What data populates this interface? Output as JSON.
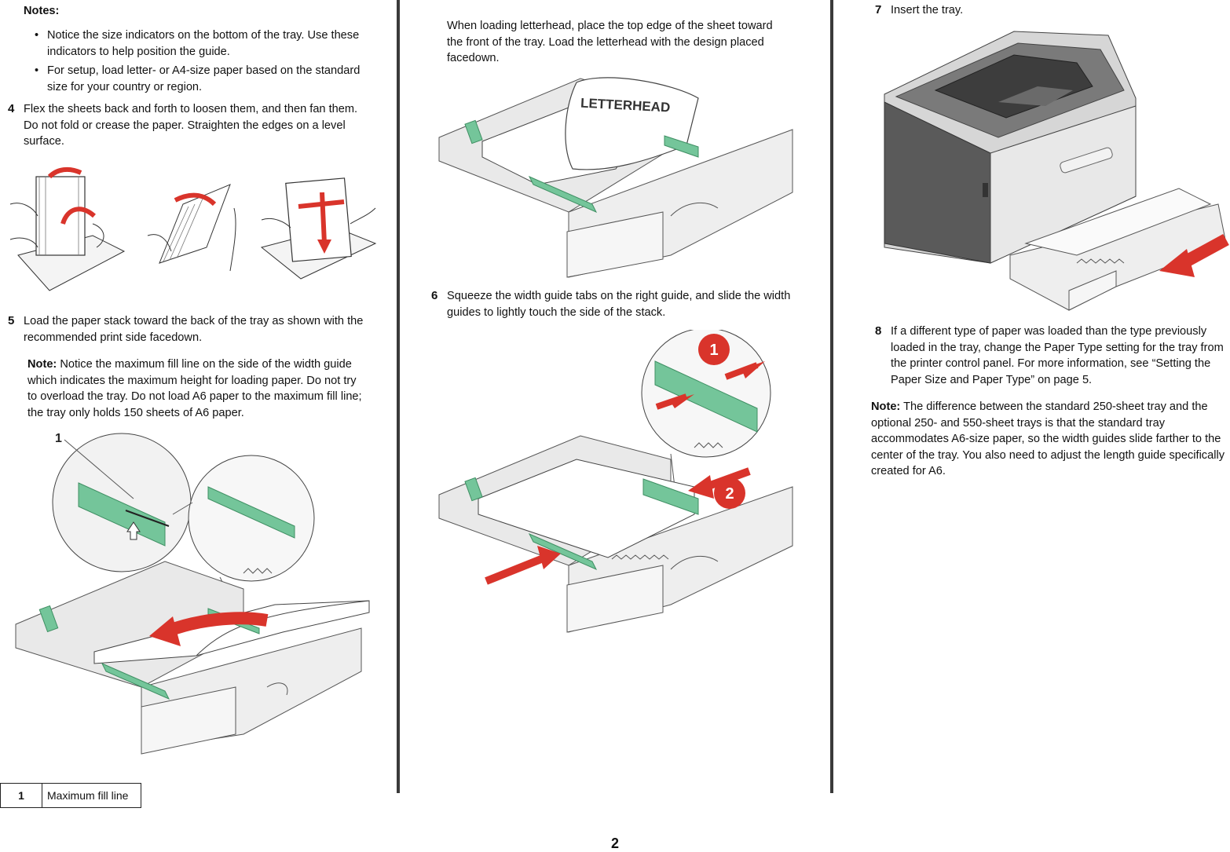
{
  "column1": {
    "notes_label": "Notes:",
    "notes": [
      "Notice the size indicators on the bottom of the tray. Use these indicators to help position the guide.",
      "For setup, load letter- or A4-size paper based on the standard size for your country or region."
    ],
    "step4": {
      "number": "4",
      "text": "Flex the sheets back and forth to loosen them, and then fan them. Do not fold or crease the paper. Straighten the edges on a level surface."
    },
    "step5": {
      "number": "5",
      "text": "Load the paper stack toward the back of the tray as shown with the recommended print side facedown."
    },
    "note5": {
      "label": "Note:",
      "text": " Notice the maximum fill line on the side of the width guide which indicates the maximum height for loading paper. Do not try to overload the tray. Do not load A6 paper to the maximum fill line; the tray only holds 150 sheets of A6 paper."
    },
    "callout_number": "1",
    "legend": [
      {
        "key": "1",
        "value": "Maximum fill line"
      }
    ]
  },
  "column2": {
    "letterhead_text": "When loading letterhead, place the top edge of the sheet toward the front of the tray. Load the letterhead with the design placed facedown.",
    "letterhead_label": "LETTERHEAD",
    "step6": {
      "number": "6",
      "text": "Squeeze the width guide tabs on the right guide, and slide the width guides to lightly touch the side of the stack."
    },
    "callout_1": "1",
    "callout_2": "2"
  },
  "column3": {
    "step7": {
      "number": "7",
      "text": "Insert the tray."
    },
    "step8": {
      "number": "8",
      "text": "If a different type of paper was loaded than the type previously loaded in the tray, change the Paper Type setting for the tray from the printer control panel. For more information, see “Setting the Paper Size and Paper Type” on page 5."
    },
    "note": {
      "label": "Note:",
      "text": " The difference between the standard 250-sheet tray and the optional 250- and 550-sheet trays is that the standard tray accommodates A6-size paper, so the width guides slide farther to the center of the tray. You also need to adjust the length guide specifically created for A6."
    }
  },
  "page_number": "2",
  "colors": {
    "red": "#d9342b",
    "green": "#74c59a",
    "tray": "#eeeeee",
    "rule": "#3a3a3a"
  }
}
